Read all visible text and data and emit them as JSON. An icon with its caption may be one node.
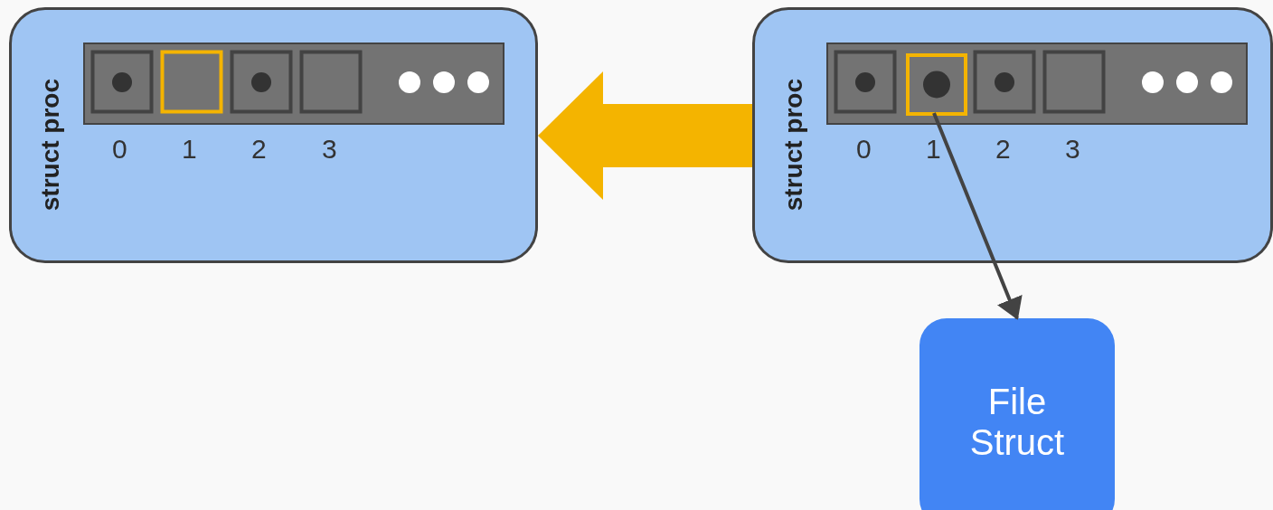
{
  "diagram": {
    "nodes": [
      {
        "text": [
          "struct proc"
        ]
      },
      {
        "text": [
          "struct proc"
        ]
      },
      {
        "text": [],
        "shape": "box",
        "in": 1
      },
      {
        "text": [
          "File Struct"
        ]
      }
    ],
    "edges": [
      {
        "from": 1,
        "to": 0,
        "arrow": "to",
        "style": "thick",
        "color": "#f4b400"
      },
      {
        "from": 2,
        "to": 3,
        "arrow": "to",
        "color": "#434343"
      }
    ],
    "labels": [
      "0",
      "1",
      "2",
      "3",
      "0",
      "1",
      "2",
      "3"
    ]
  }
}
